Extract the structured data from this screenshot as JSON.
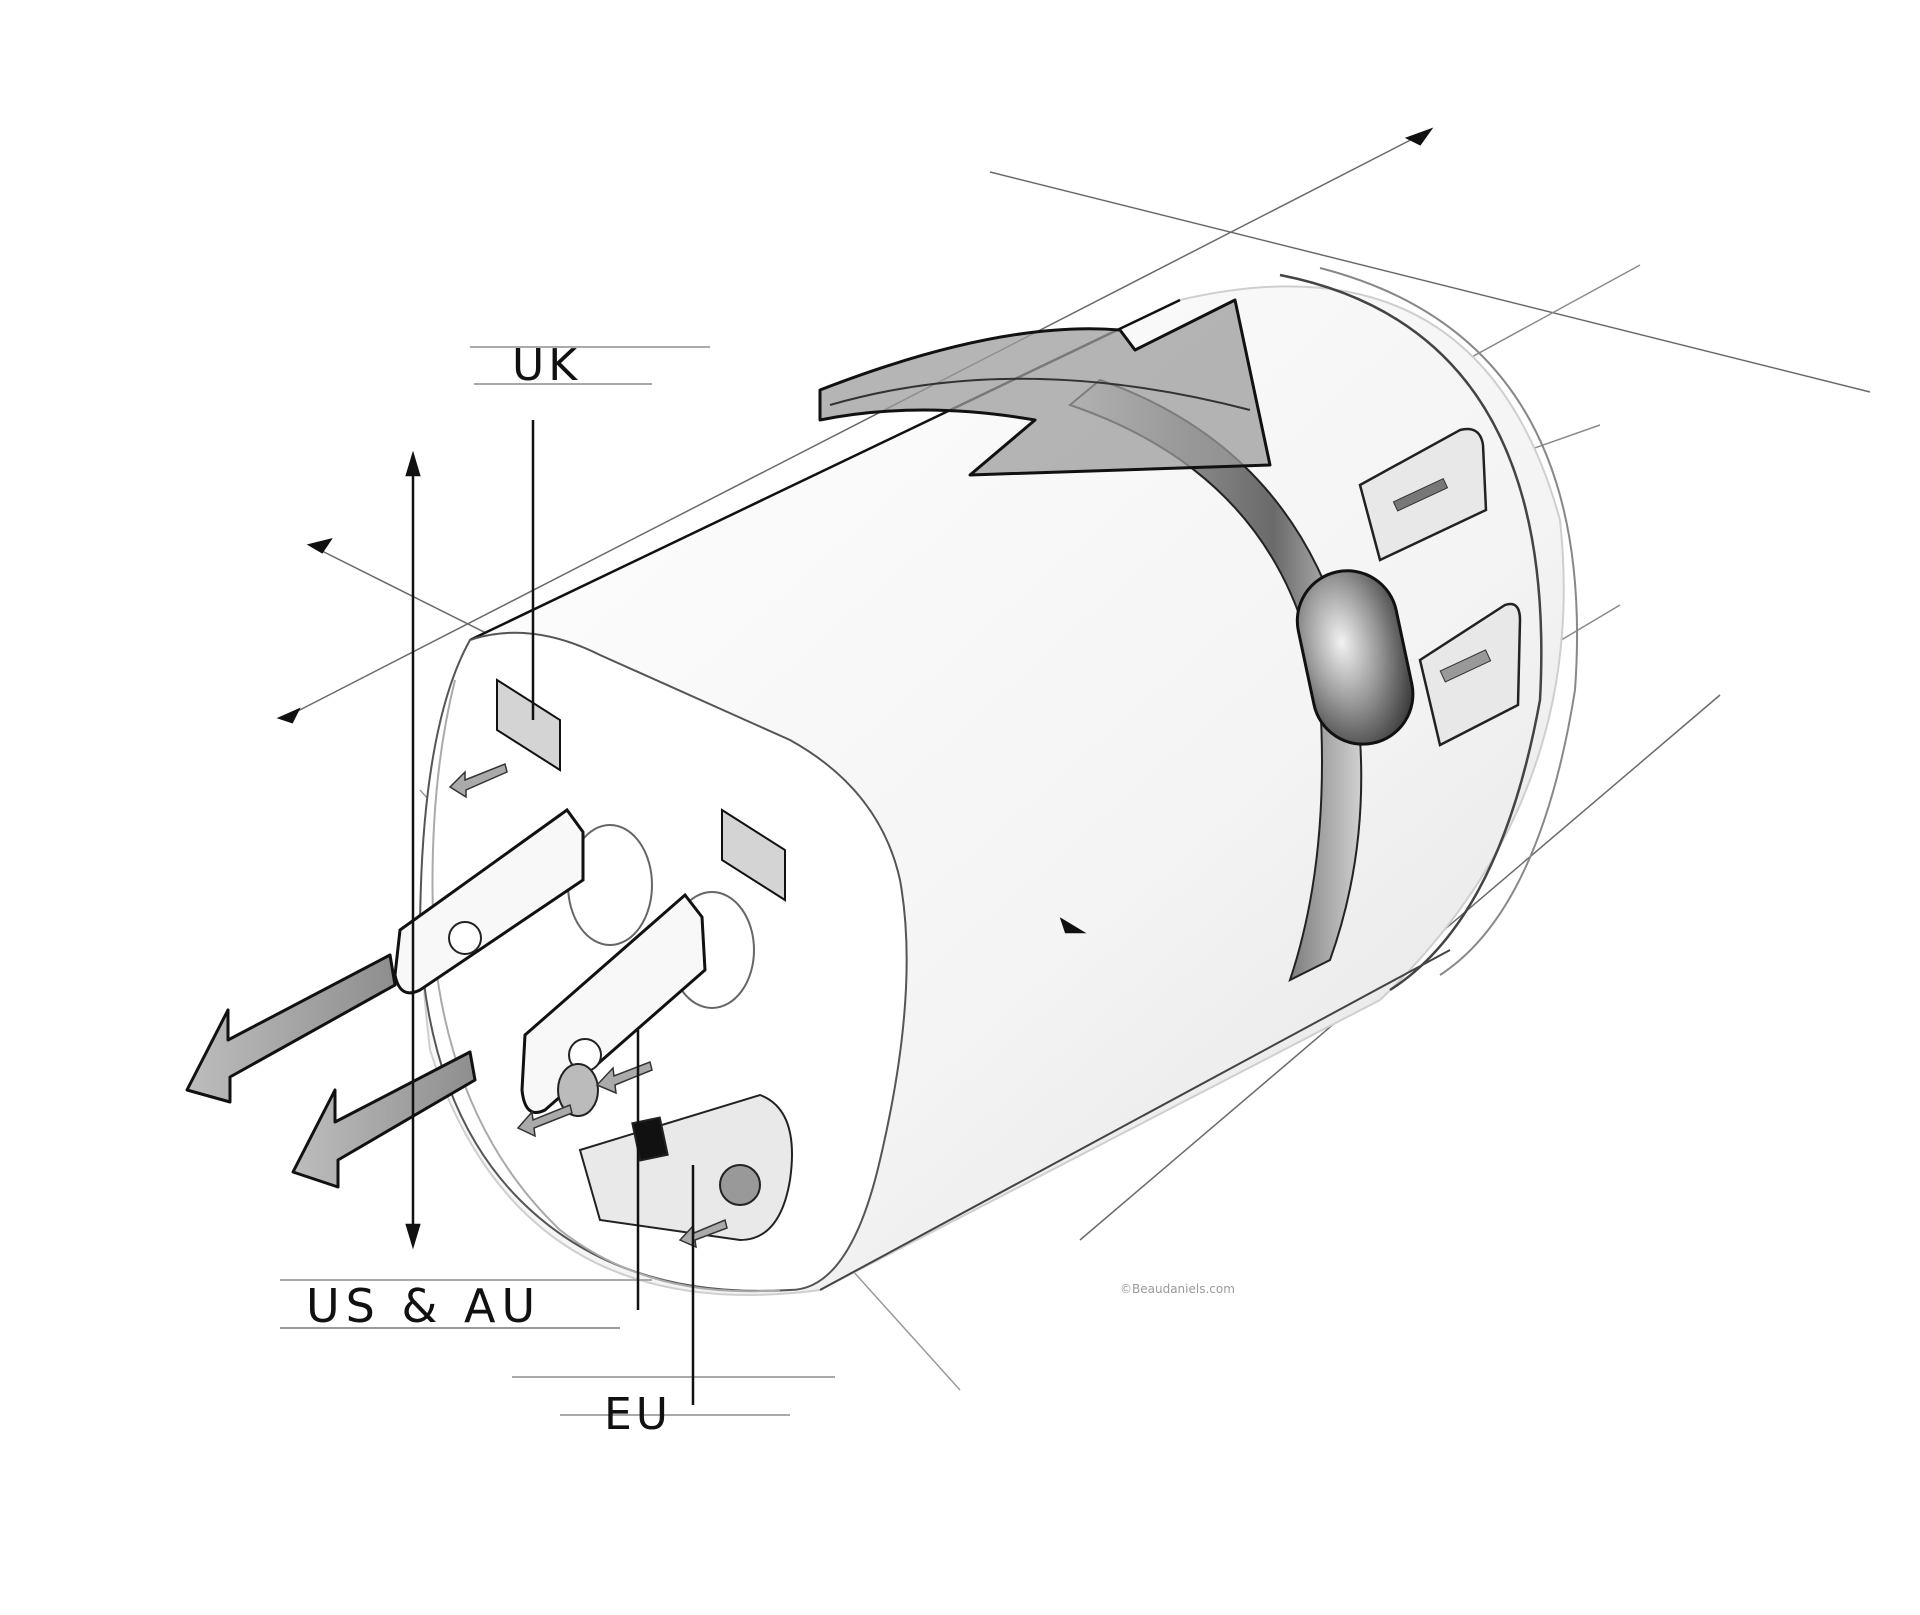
{
  "illustration": {
    "subject": "Universal travel plug adapter with rotating dial and dual USB ports (isometric sketch)",
    "palette": {
      "background": "#ffffff",
      "ink": "#111111",
      "shade_dark": "#6e6e6e",
      "shade_mid": "#9c9c9c",
      "shade_light": "#d9d9d9",
      "guide_line": "#b5b5b5"
    },
    "labels": {
      "uk": "UK",
      "us_au": "US & AU",
      "eu": "EU"
    },
    "watermark": "©Beaudaniels.com",
    "icons": {
      "rotation_arrow": "curved-arrow-icon",
      "pull_arrows": "arrow-left-down-icon",
      "usb_ports": "usb-port-icon",
      "slider_button": "slider-button-icon"
    }
  }
}
